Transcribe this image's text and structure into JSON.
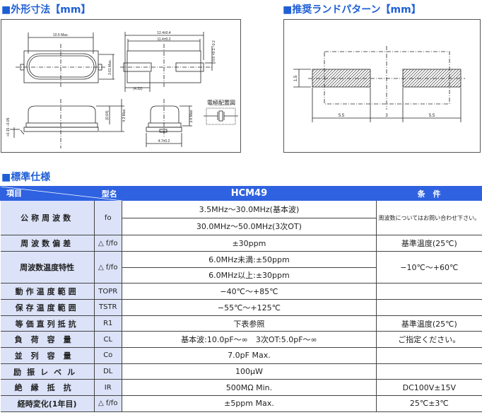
{
  "sections": {
    "dimensions": "■外形寸法【mm】",
    "land_pattern": "■推奨ランドパターン【mm】",
    "spec": "■標準仕様"
  },
  "dimension_drawing": {
    "width_max": "10.5 Max.",
    "height_max": "3.61 Max.",
    "total_length": "12.4±0.4",
    "body_length": "11.4±0.2",
    "lead_offset": "0.6 +0.1 −0.2",
    "lead_length": "(4.32)",
    "body_height": "4.3 Max.",
    "dome_height": "(0.64)",
    "lead_thickness": "+0.15 −0.05",
    "side_height": "3.6 Max.",
    "side_width": "4.7±0.2",
    "electrode_label": "電極配置図"
  },
  "land_drawing": {
    "pad_height": "1.5",
    "pad_width_left": "5.5",
    "gap": "3",
    "pad_width_right": "5.5"
  },
  "table": {
    "header": {
      "item": "項目",
      "model": "型名",
      "product": "HCM49",
      "condition": "条　件"
    },
    "rows": [
      {
        "item": "公称周波数",
        "symbol": "fo",
        "values": [
          "3.5MHz〜30.0MHz(基本波)",
          "30.0MHz〜50.0MHz(3次OT)"
        ],
        "condition": "周波数についてはお問い合わせ下さい。"
      },
      {
        "item": "周波数偏差",
        "symbol": "△ f/fo",
        "value": "±30ppm",
        "condition": "基準温度(25℃)"
      },
      {
        "item": "周波数温度特性",
        "symbol": "△ f/fo",
        "values": [
          "6.0MHz未満:±50ppm",
          "6.0MHz以上:±30ppm"
        ],
        "condition": "−10℃〜+60℃"
      },
      {
        "item": "動作温度範囲",
        "symbol": "TOPR",
        "value": "−40℃〜+85℃",
        "condition": ""
      },
      {
        "item": "保存温度範囲",
        "symbol": "TSTR",
        "value": "−55℃〜+125℃",
        "condition": ""
      },
      {
        "item": "等価直列抵抗",
        "symbol": "R1",
        "value": "下表参照",
        "condition": "基準温度(25℃)"
      },
      {
        "item": "負荷容量",
        "symbol": "CL",
        "value": "基本波:10.0pF〜∞　3次OT:5.0pF〜∞",
        "condition": "ご指定ください。"
      },
      {
        "item": "並列容量",
        "symbol": "Co",
        "value": "7.0pF Max.",
        "condition": ""
      },
      {
        "item": "励振レベル",
        "symbol": "DL",
        "value": "100μW",
        "condition": ""
      },
      {
        "item": "絶縁抵抗",
        "symbol": "IR",
        "value": "500MΩ Min.",
        "condition": "DC100V±15V"
      },
      {
        "item": "経時変化(1年目)",
        "symbol": "△ f/fo",
        "value": "±5ppm Max.",
        "condition": "25℃±3℃"
      }
    ]
  }
}
